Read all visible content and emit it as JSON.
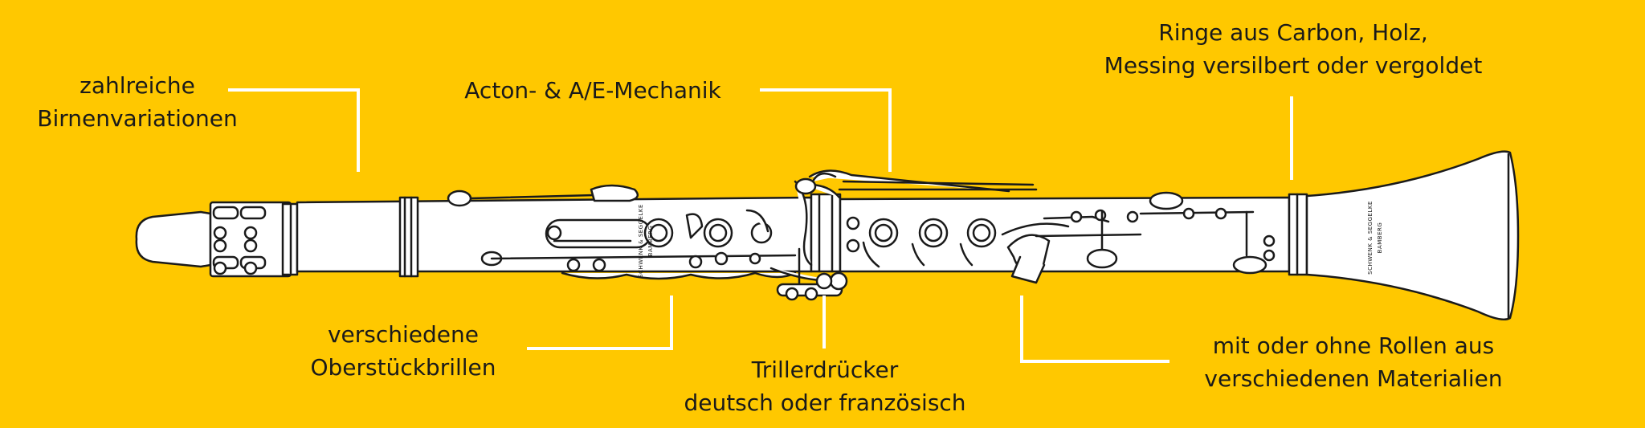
{
  "colors": {
    "background": "#FFC800",
    "instrument_fill": "#FFFFFF",
    "outline": "#1A1A1A",
    "leader_lines": "#FFFFFF"
  },
  "instrument": {
    "type": "clarinet",
    "engraving": [
      "SCHWENK & SEGGELKE",
      "BAMBERG"
    ]
  },
  "callouts": [
    {
      "id": "barrel",
      "lines": [
        "zahlreiche",
        "Birnenvariationen"
      ]
    },
    {
      "id": "mechanism",
      "lines": [
        "Acton- & A/E-Mechanik"
      ]
    },
    {
      "id": "rings",
      "lines": [
        "Ringe aus Carbon, Holz,",
        "Messing versilbert oder vergoldet"
      ]
    },
    {
      "id": "spectacles",
      "lines": [
        "verschiedene",
        "Oberstückbrillen"
      ]
    },
    {
      "id": "trill",
      "lines": [
        "Trillerdrücker",
        "deutsch oder französisch"
      ]
    },
    {
      "id": "rollers",
      "lines": [
        "mit oder ohne Rollen aus",
        "verschiedenen Materialien"
      ]
    }
  ]
}
